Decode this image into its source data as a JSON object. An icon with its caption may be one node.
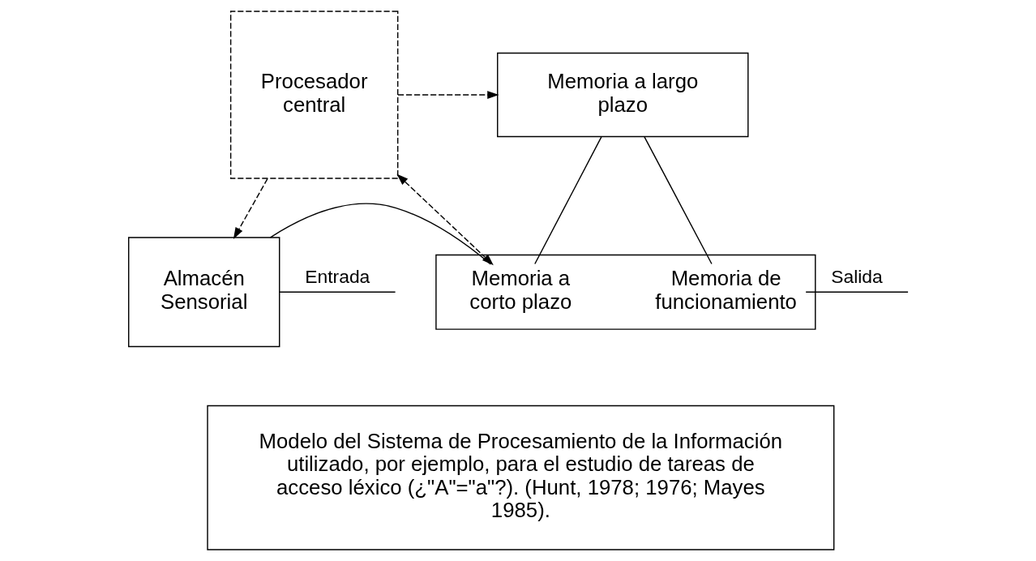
{
  "diagram": {
    "nodes": [
      {
        "text": [
          "Procesador central"
        ]
      },
      {
        "text": [
          "Memoria a largo plazo"
        ]
      },
      {
        "text": [
          "Almacén Sensorial"
        ]
      },
      {
        "text": [],
        "shape": "box"
      },
      {
        "text": [
          "Memoria a corto plazo"
        ],
        "in": 3
      },
      {
        "text": [
          "Memoria de funcionamiento"
        ],
        "in": 3
      },
      {
        "text": [
          "Modelo del Sistema de Procesamiento de la Información utilizado, por ejemplo, para el estudio de tareas de acceso léxico (¿\"A\"=\"a\"?). (Hunt, 1978; 1976; Mayes 1985)."
        ]
      }
    ],
    "edges": [
      {
        "from": 0,
        "to": 1,
        "arrow": "to",
        "style": "dashed"
      },
      {
        "from": 0,
        "to": 2,
        "arrow": "to",
        "style": "dashed"
      },
      {
        "from": 0,
        "to": 4,
        "arrow": "both",
        "style": "dashed"
      },
      {
        "from": 1,
        "to": 4,
        "arrow": "none"
      },
      {
        "from": 1,
        "to": 5,
        "arrow": "none"
      },
      {
        "from": null,
        "to": 2,
        "arrow": "none",
        "label": "Entrada"
      },
      {
        "from": 2,
        "to": 4,
        "arrow": "none"
      },
      {
        "from": 5,
        "to": null,
        "arrow": "none",
        "label": "Salida"
      }
    ]
  }
}
